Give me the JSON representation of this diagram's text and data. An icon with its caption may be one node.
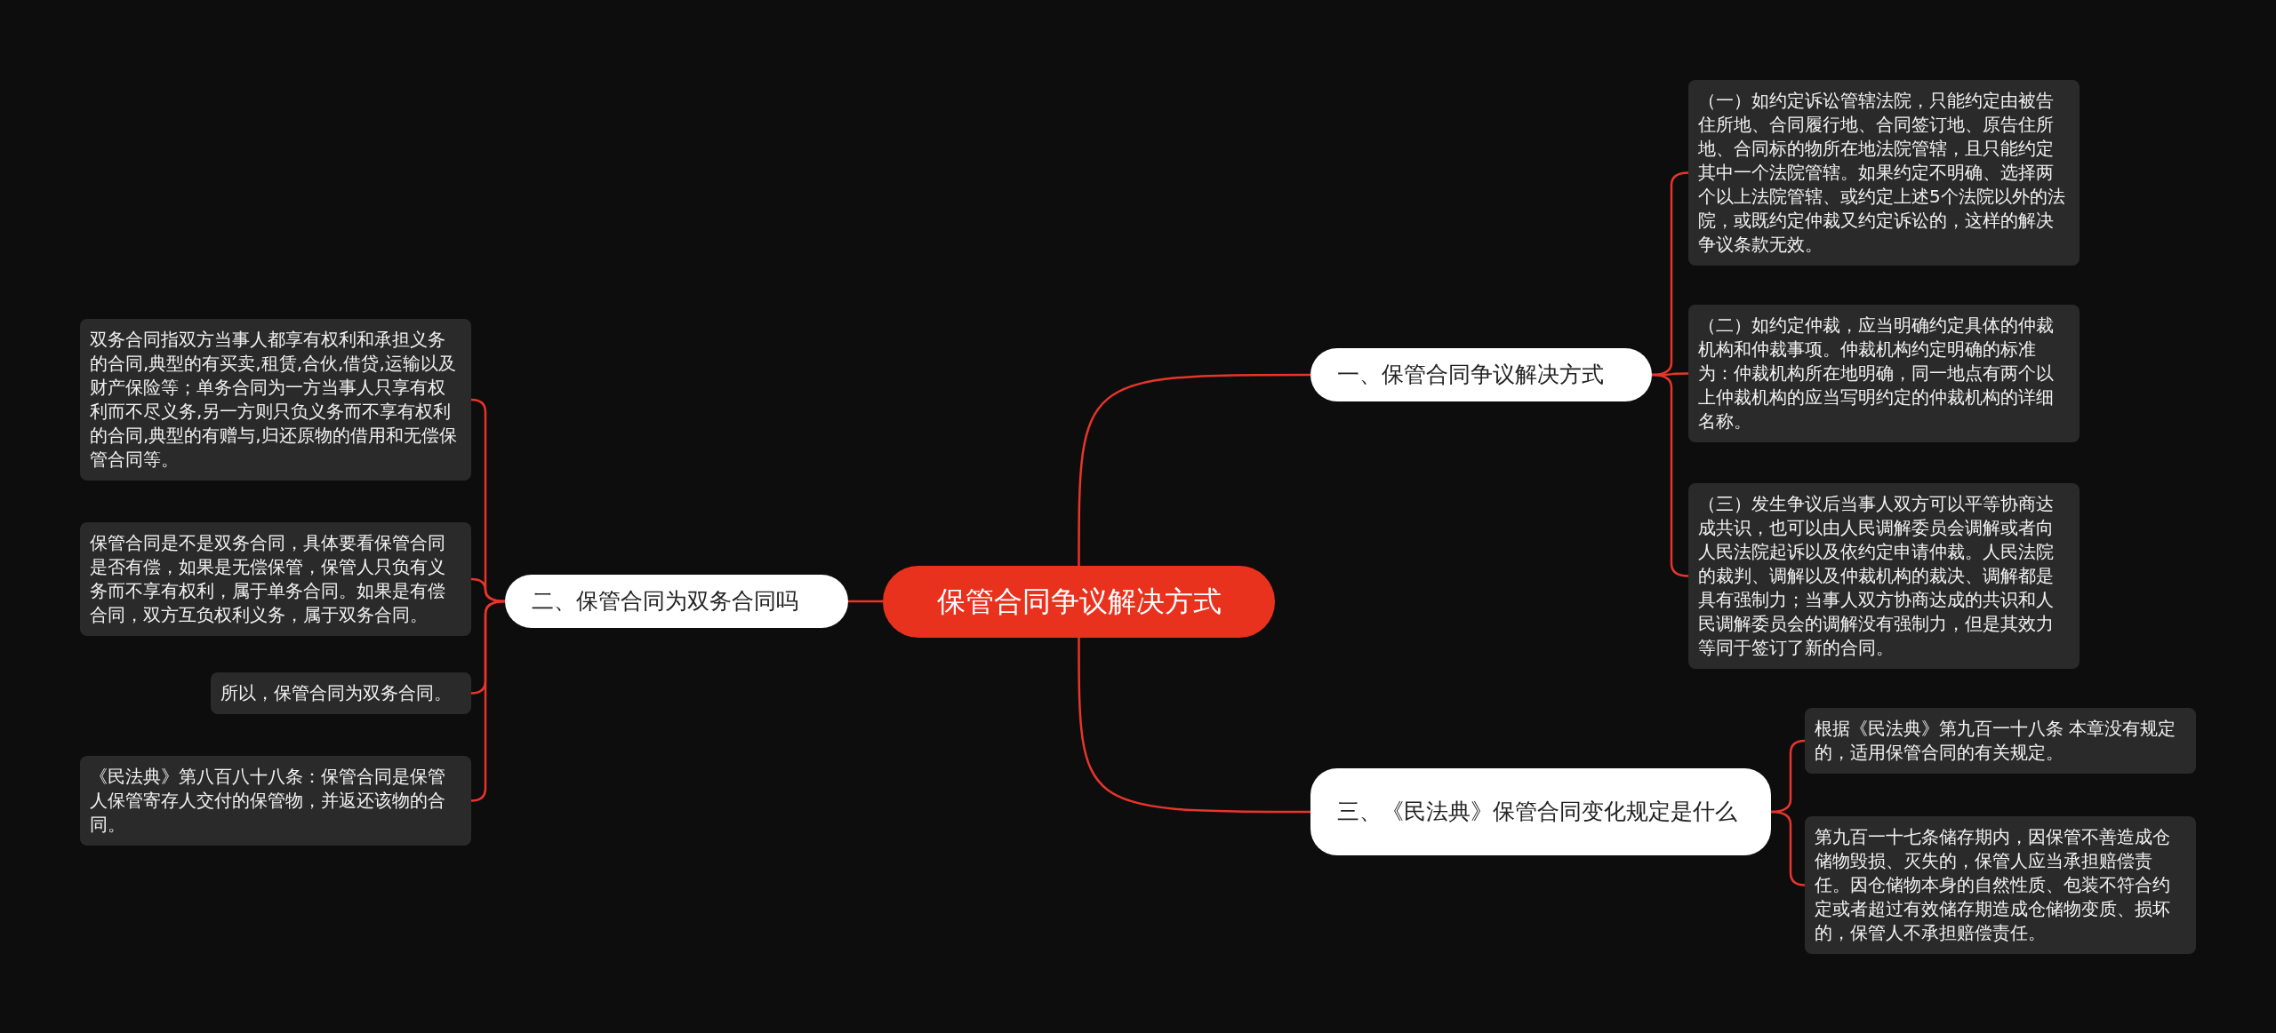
{
  "diagram": {
    "nodes": [
      {
        "text": [
          "保管合同争议解决方式"
        ]
      },
      {
        "text": [
          "一、保管合同争议解决方式"
        ]
      },
      {
        "text": [
          "二、保管合同为双务合同吗"
        ]
      },
      {
        "text": [
          "三、《民法典》保管合同变化规定是什么"
        ]
      },
      {
        "text": [
          "（一）如约定诉讼管辖法院，只能约定由被告住所地、合同履行地、合同签订地、原告住所地、合同标的物所在地法院管辖，且只能约定其中一个法院管辖。如果约定不明确、选择两个以上法院管辖、或约定上述5个法院以外的法院，或既约定仲裁又约定诉讼的，这样的解决争议条款无效。"
        ]
      },
      {
        "text": [
          "（二）如约定仲裁，应当明确约定具体的仲裁机构和仲裁事项。仲裁机构约定明确的标准为：仲裁机构所在地明确，同一地点有两个以上仲裁机构的应当写明约定的仲裁机构的详细名称。"
        ]
      },
      {
        "text": [
          "（三）发生争议后当事人双方可以平等协商达成共识，也可以由人民调解委员会调解或者向人民法院起诉以及依约定申请仲裁。人民法院的裁判、调解以及仲裁机构的裁决、调解都是具有强制力；当事人双方协商达成的共识和人民调解委员会的调解没有强制力，但是其效力等同于签订了新的合同。"
        ]
      },
      {
        "text": [
          "根据《民法典》第九百一十八条 本章没有规定的，适用保管合同的有关规定。"
        ]
      },
      {
        "text": [
          "第九百一十七条储存期内，因保管不善造成仓储物毁损、灭失的，保管人应当承担赔偿责任。因仓储物本身的自然性质、包装不符合约定或者超过有效储存期造成仓储物变质、损坏的，保管人不承担赔偿责任。"
        ]
      },
      {
        "text": [
          "双务合同指双方当事人都享有权利和承担义务的合同,典型的有买卖,租赁,合伙,借贷,运输以及财产保险等；单务合同为一方当事人只享有权利而不尽义务,另一方则只负义务而不享有权利的合同,典型的有赠与,归还原物的借用和无偿保管合同等。"
        ]
      },
      {
        "text": [
          "保管合同是不是双务合同，具体要看保管合同是否有偿，如果是无偿保管，保管人只负有义务而不享有权利，属于单务合同。如果是有偿合同，双方互负权利义务，属于双务合同。"
        ]
      },
      {
        "text": [
          "所以，保管合同为双务合同。"
        ]
      },
      {
        "text": [
          "《民法典》第八百八十八条：保管合同是保管人保管寄存人交付的保管物，并返还该物的合同。"
        ]
      }
    ],
    "edges": [
      {
        "from": 0,
        "to": 1,
        "arrow": "none"
      },
      {
        "from": 0,
        "to": 2,
        "arrow": "none"
      },
      {
        "from": 0,
        "to": 3,
        "arrow": "none"
      },
      {
        "from": 1,
        "to": 4,
        "arrow": "none"
      },
      {
        "from": 1,
        "to": 5,
        "arrow": "none"
      },
      {
        "from": 1,
        "to": 6,
        "arrow": "none"
      },
      {
        "from": 3,
        "to": 7,
        "arrow": "none"
      },
      {
        "from": 3,
        "to": 8,
        "arrow": "none"
      },
      {
        "from": 2,
        "to": 9,
        "arrow": "none"
      },
      {
        "from": 2,
        "to": 10,
        "arrow": "none"
      },
      {
        "from": 2,
        "to": 11,
        "arrow": "none"
      },
      {
        "from": 2,
        "to": 12,
        "arrow": "none"
      }
    ]
  }
}
